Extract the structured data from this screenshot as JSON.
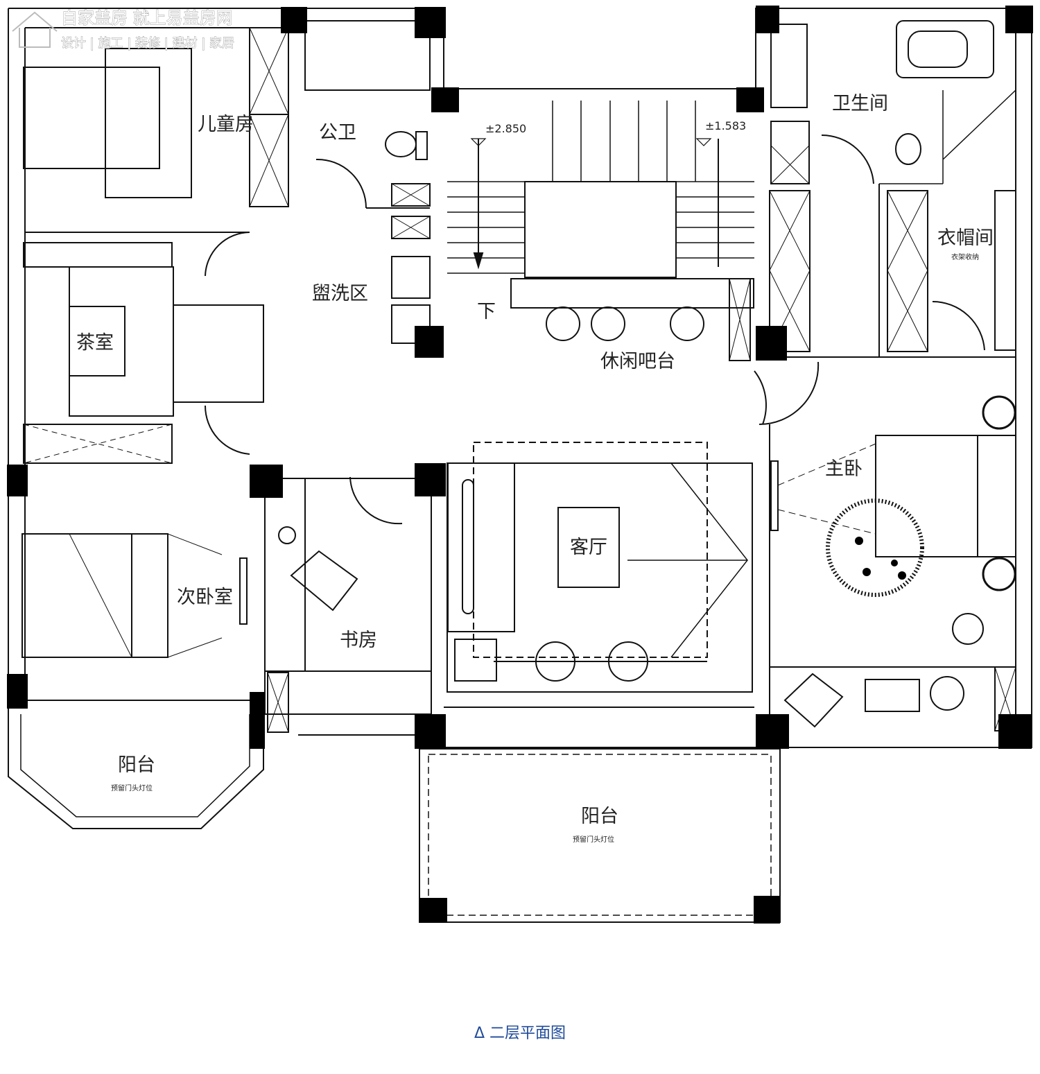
{
  "watermark": {
    "title": "自家盖房 就上易盖房网",
    "subtitle": "设计 | 施工 | 装修 | 建材 | 家居"
  },
  "rooms": {
    "kids_room": "儿童房",
    "public_toilet": "公卫",
    "wash_area": "盥洗区",
    "tea_room": "茶室",
    "second_bedroom": "次卧室",
    "study": "书房",
    "living_room": "客厅",
    "bar": "休闲吧台",
    "bathroom": "卫生间",
    "cloakroom": "衣帽间",
    "cloakroom_note": "衣架收纳",
    "master_bedroom": "主卧",
    "balcony_left": "阳台",
    "balcony_left_note": "预留门头灯位",
    "balcony_center": "阳台",
    "balcony_center_note": "预留门头灯位",
    "stair_down": "下"
  },
  "levels": {
    "left": "±2.850",
    "right": "±1.583"
  },
  "caption": {
    "symbol": "Δ",
    "text": "二层平面图"
  },
  "colors": {
    "caption": "#1e4a9a",
    "line": "#111111",
    "column": "#000000"
  }
}
